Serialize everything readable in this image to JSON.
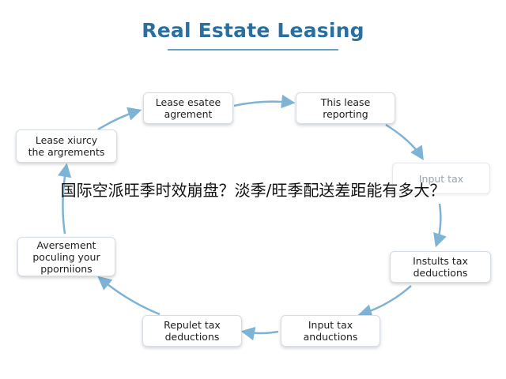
{
  "diagram": {
    "title": "Real Estate Leasing",
    "nodes": [
      {
        "id": "n1",
        "label": "Lease esatee\nagrement"
      },
      {
        "id": "n2",
        "label": "This lease\nreporting"
      },
      {
        "id": "n3",
        "label": "Input tax"
      },
      {
        "id": "n4",
        "label": "Instults tax\ndeductions"
      },
      {
        "id": "n5",
        "label": "Input tax\nanductions"
      },
      {
        "id": "n6",
        "label": "Repulet tax\ndeductions"
      },
      {
        "id": "n7",
        "label": "Aversement\npoculing your\npporniions"
      },
      {
        "id": "n8",
        "label": "Lease xiurcy\nthe argrements"
      }
    ],
    "edges": [
      [
        "n1",
        "n2"
      ],
      [
        "n2",
        "n3"
      ],
      [
        "n3",
        "n4"
      ],
      [
        "n4",
        "n5"
      ],
      [
        "n5",
        "n6"
      ],
      [
        "n6",
        "n7"
      ],
      [
        "n7",
        "n8"
      ],
      [
        "n8",
        "n1"
      ]
    ],
    "accent_color": "#7fb3d6"
  },
  "overlay_caption": "国际空派旺季时效崩盘？淡季/旺季配送差距能有多大？"
}
